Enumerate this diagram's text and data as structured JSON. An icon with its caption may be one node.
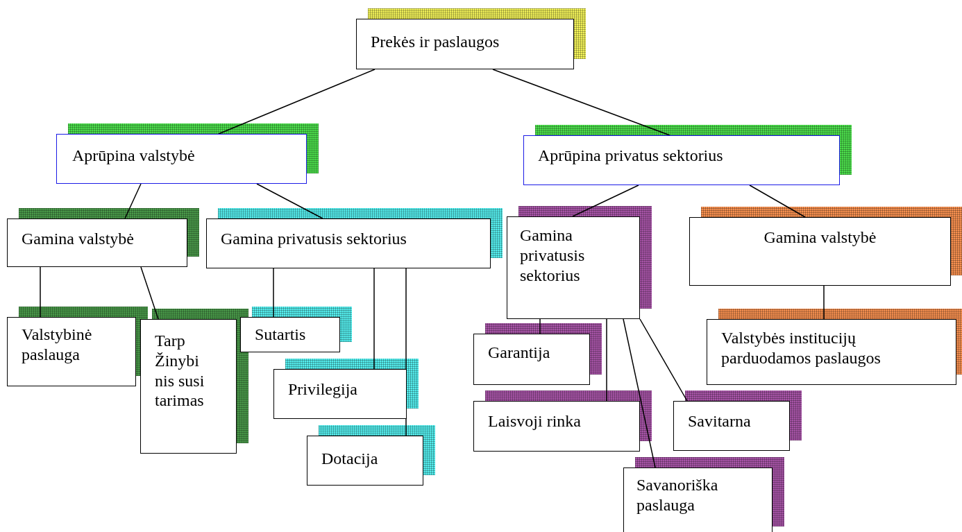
{
  "diagram": {
    "nodes": [
      {
        "text": [
          "Prekės ir paslaugos"
        ]
      },
      {
        "text": [
          "Aprūpina valstybė"
        ]
      },
      {
        "text": [
          "Aprūpina privatus sektorius"
        ]
      },
      {
        "text": [
          "Gamina valstybė"
        ]
      },
      {
        "text": [
          "Gamina privatusis sektorius"
        ]
      },
      {
        "text": [
          "Gamina privatusis sektorius"
        ]
      },
      {
        "text": [
          "Gamina valstybė"
        ]
      },
      {
        "text": [
          "Valstybinė paslauga"
        ]
      },
      {
        "text": [
          "Tarp Žinybi nis susi tarimas"
        ]
      },
      {
        "text": [
          "Sutartis"
        ]
      },
      {
        "text": [
          "Privilegija"
        ]
      },
      {
        "text": [
          "Dotacija"
        ]
      },
      {
        "text": [
          "Garantija"
        ]
      },
      {
        "text": [
          "Laisvoji rinka"
        ]
      },
      {
        "text": [
          "Savitarna"
        ]
      },
      {
        "text": [
          "Savanoriška paslauga"
        ]
      },
      {
        "text": [
          "Valstybės institucijų parduodamos paslaugos"
        ]
      }
    ],
    "edges": [
      {
        "from": 0,
        "to": 1,
        "arrow": "none"
      },
      {
        "from": 0,
        "to": 2,
        "arrow": "none"
      },
      {
        "from": 1,
        "to": 3,
        "arrow": "none"
      },
      {
        "from": 1,
        "to": 4,
        "arrow": "none"
      },
      {
        "from": 2,
        "to": 5,
        "arrow": "none"
      },
      {
        "from": 2,
        "to": 6,
        "arrow": "none"
      },
      {
        "from": 3,
        "to": 7,
        "arrow": "none"
      },
      {
        "from": 3,
        "to": 8,
        "arrow": "none"
      },
      {
        "from": 4,
        "to": 9,
        "arrow": "none"
      },
      {
        "from": 4,
        "to": 10,
        "arrow": "none"
      },
      {
        "from": 4,
        "to": 11,
        "arrow": "none"
      },
      {
        "from": 5,
        "to": 12,
        "arrow": "none"
      },
      {
        "from": 5,
        "to": 13,
        "arrow": "none"
      },
      {
        "from": 5,
        "to": 15,
        "arrow": "none"
      },
      {
        "from": 5,
        "to": 14,
        "arrow": "none"
      },
      {
        "from": 6,
        "to": 16,
        "arrow": "none"
      }
    ]
  }
}
